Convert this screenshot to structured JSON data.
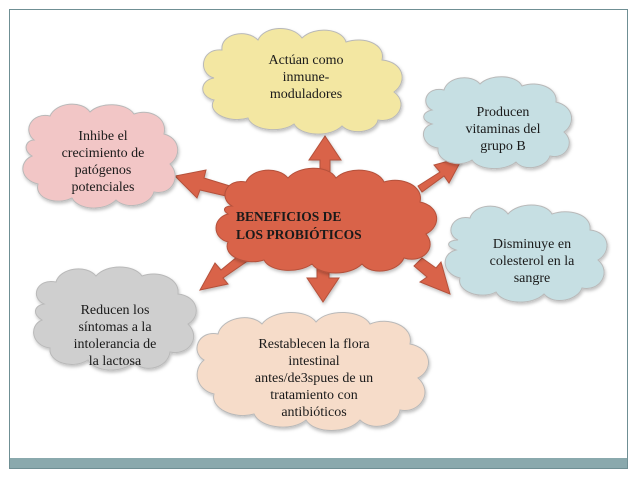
{
  "center": {
    "text": "BENEFICIOS DE\nLOS PROBIÓTICOS",
    "color": "#d9634a"
  },
  "bubbles": [
    {
      "id": "top",
      "text": "Actúan como\ninmune-\nmoduladores",
      "color": "#f3e7a2"
    },
    {
      "id": "top-right",
      "text": "Producen\nvitaminas del\ngrupo B",
      "color": "#c6dfe3"
    },
    {
      "id": "right",
      "text": "Disminuye en\ncolesterol en la\nsangre",
      "color": "#c6dfe3"
    },
    {
      "id": "bottom",
      "text": "Restablecen la flora\nintestinal\nantes/de3spues de un\ntratamiento con\nantibióticos",
      "color": "#f6dcc9"
    },
    {
      "id": "bottom-left",
      "text": "Reducen los\nsíntomas a la\nintolerancia de\nla lactosa",
      "color": "#cfcfcf"
    },
    {
      "id": "top-left",
      "text": "Inhibe el\ncrecimiento de\npatógenos\npotenciales",
      "color": "#f2c6c6"
    }
  ],
  "arrow_color": "#d9634a"
}
